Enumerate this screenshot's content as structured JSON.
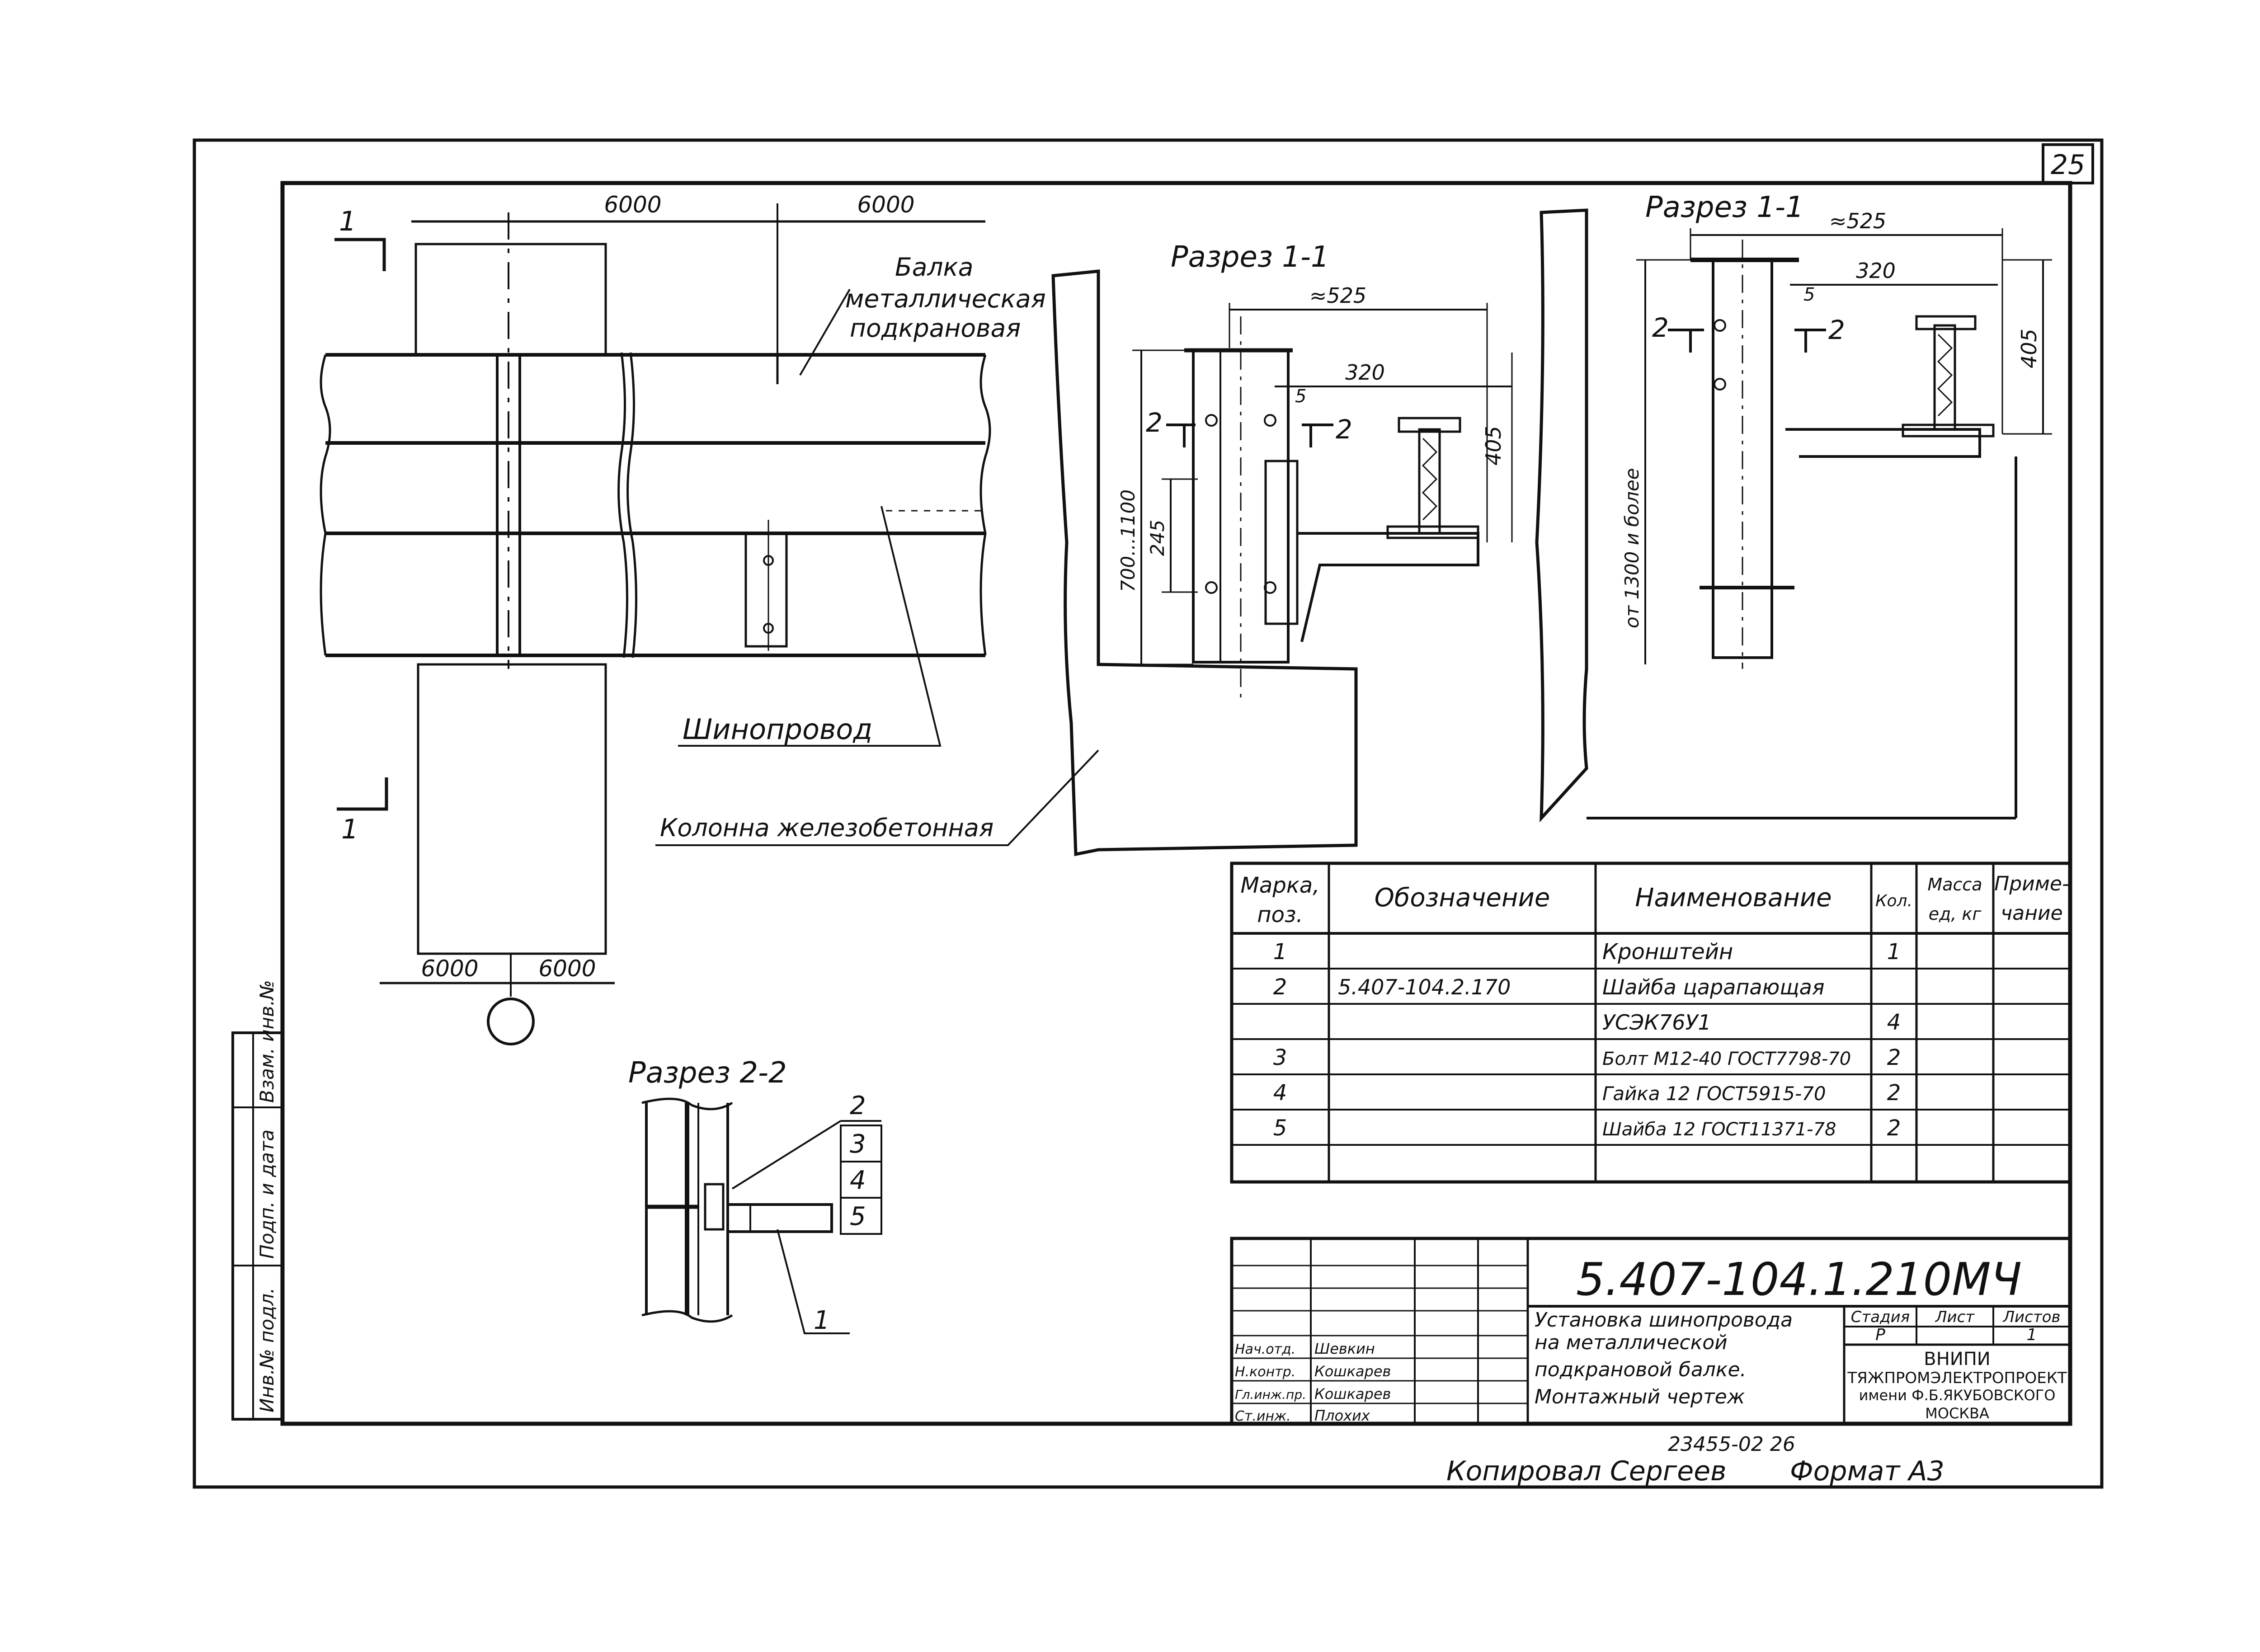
{
  "sheet": {
    "page_number": "25",
    "bottom_note_left": "Копировал Сергеев",
    "bottom_note_right": "Формат А3",
    "archive_number": "23455-02 26"
  },
  "plan": {
    "dim_top_left": "6000",
    "dim_top_right": "6000",
    "dim_bottom_left": "6000",
    "dim_bottom_right": "6000",
    "section_mark_top": "1",
    "section_mark_bottom": "1",
    "label_beam_line1": "Балка",
    "label_beam_line2": "металлическая",
    "label_beam_line3": "подкрановая",
    "label_busbar": "Шинопровод",
    "label_column": "Колонна железобетонная"
  },
  "section_a": {
    "title": "Разрез 1-1",
    "dim_width": "≈525",
    "dim_320": "320",
    "dim_5": "5",
    "dim_405": "405",
    "dim_height": "700...1100",
    "dim_245": "245",
    "mark_left": "2",
    "mark_right": "2"
  },
  "section_b": {
    "title": "Разрез 1-1",
    "dim_width": "≈525",
    "dim_320": "320",
    "dim_5": "5",
    "dim_405": "405",
    "dim_height": "от 1300 и более",
    "mark_left": "2",
    "mark_right": "2"
  },
  "section_c": {
    "title": "Разрез 2-2",
    "callouts": [
      "2",
      "3",
      "4",
      "5"
    ],
    "callout_bottom": "1"
  },
  "spec": {
    "headers": {
      "mark": [
        "Марка,",
        "поз."
      ],
      "designation": "Обозначение",
      "name": "Наименование",
      "qty": "Кол.",
      "mass": [
        "Масса",
        "ед, кг"
      ],
      "note": [
        "Приме-",
        "чание"
      ]
    },
    "rows": [
      {
        "pos": "1",
        "designation": "",
        "name": "Кронштейн",
        "qty": "1"
      },
      {
        "pos": "2",
        "designation": "5.407-104.2.170",
        "name": "Шайба царапающая",
        "qty": ""
      },
      {
        "pos": "",
        "designation": "",
        "name": "УСЭК76У1",
        "qty": "4"
      },
      {
        "pos": "3",
        "designation": "",
        "name": "Болт М12-40 ГОСТ7798-70",
        "qty": "2"
      },
      {
        "pos": "4",
        "designation": "",
        "name": "Гайка 12 ГОСТ5915-70",
        "qty": "2"
      },
      {
        "pos": "5",
        "designation": "",
        "name": "Шайба 12 ГОСТ11371-78",
        "qty": "2"
      },
      {
        "pos": "",
        "designation": "",
        "name": "",
        "qty": ""
      }
    ]
  },
  "title_block": {
    "code": "5.407-104.1.210МЧ",
    "title_lines": [
      "Установка шинопровода",
      "на металлической",
      "подкрановой балке.",
      "Монтажный чертеж"
    ],
    "stage_header": "Стадия",
    "sheet_header": "Лист",
    "sheets_header": "Листов",
    "stage_value": "Р",
    "sheets_value": "1",
    "org_lines": [
      "ВНИПИ",
      "ТЯЖПРОМЭЛЕКТРОПРОЕКТ",
      "имени Ф.Б.ЯКУБОВСКОГО",
      "МОСКВА"
    ],
    "signatures": [
      {
        "role": "Нач.отд.",
        "name": "Шевкин"
      },
      {
        "role": "Н.контр.",
        "name": "Кошкарев"
      },
      {
        "role": "Гл.инж.пр.",
        "name": "Кошкарев"
      },
      {
        "role": "Ст.инж.",
        "name": "Плохих"
      }
    ]
  },
  "side_stamp": {
    "cells": [
      "Инв.№ подл.",
      "Подп. и дата",
      "Взам. инв.№"
    ]
  }
}
